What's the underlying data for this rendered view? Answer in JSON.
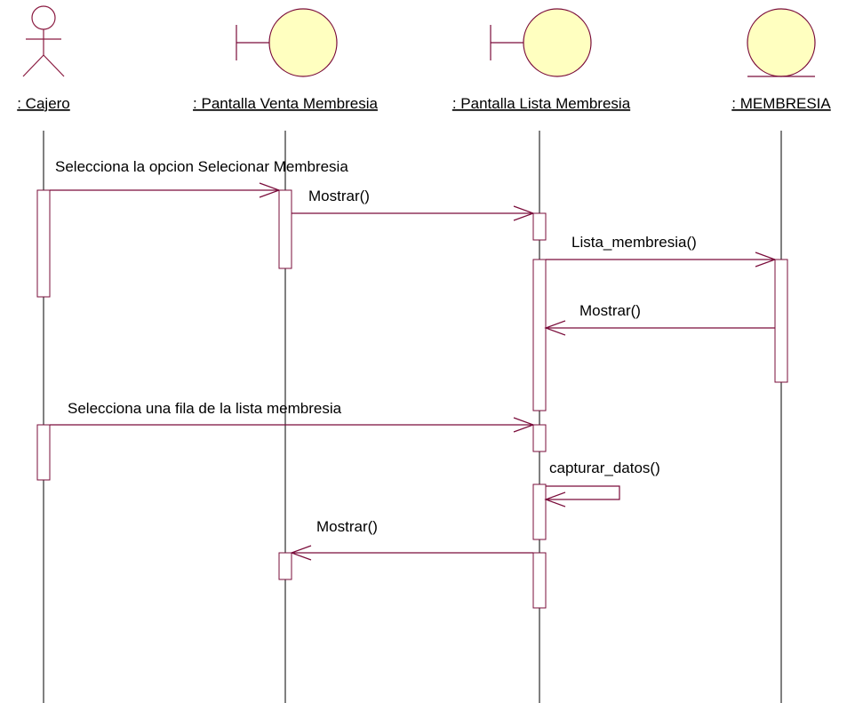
{
  "colors": {
    "line": "#7a0c3a",
    "actor_line": "#8a1a40",
    "object_fill": "#ffffc0",
    "text": "#000000",
    "lifeline": "#000000"
  },
  "participants": [
    {
      "id": "cajero",
      "name": ": Cajero",
      "icon": "actor-icon"
    },
    {
      "id": "venta",
      "name": ": Pantalla Venta Membresia",
      "icon": "boundary-icon"
    },
    {
      "id": "lista",
      "name": ": Pantalla Lista Membresia",
      "icon": "boundary-icon"
    },
    {
      "id": "membresia",
      "name": ": MEMBRESIA",
      "icon": "entity-icon"
    }
  ],
  "messages": [
    {
      "from": "cajero",
      "to": "venta",
      "label": "Selecciona la opcion Selecionar Membresia"
    },
    {
      "from": "venta",
      "to": "lista",
      "label": "Mostrar()"
    },
    {
      "from": "lista",
      "to": "membresia",
      "label": "Lista_membresia()"
    },
    {
      "from": "membresia",
      "to": "lista",
      "label": "Mostrar()"
    },
    {
      "from": "cajero",
      "to": "lista",
      "label": "Selecciona una fila de la lista membresia"
    },
    {
      "from": "lista",
      "to": "lista",
      "label": "capturar_datos()"
    },
    {
      "from": "lista",
      "to": "venta",
      "label": "Mostrar()"
    }
  ]
}
